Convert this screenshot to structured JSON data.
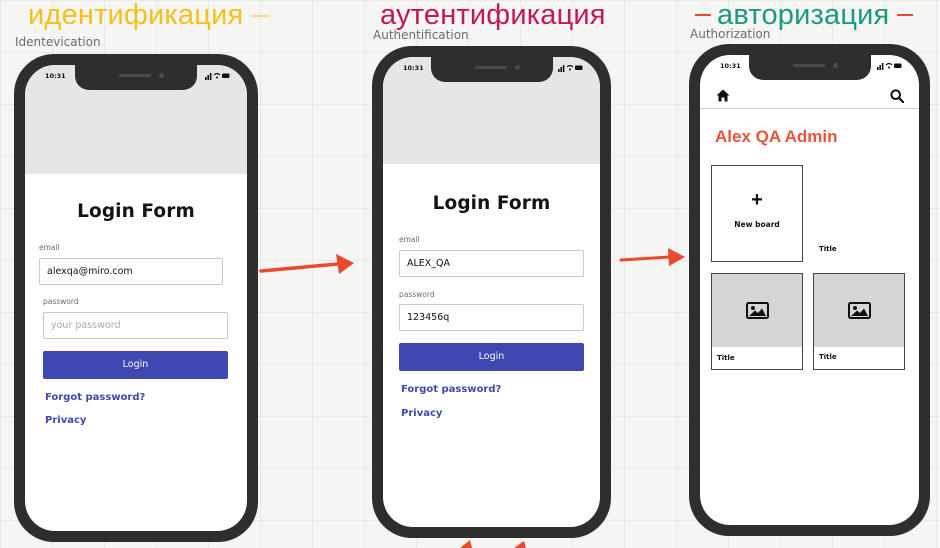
{
  "headings": {
    "identification": {
      "title": "идентификация",
      "subtitle": "Identevication",
      "color": "#f2c21b"
    },
    "authentication": {
      "title": "аутентификация",
      "subtitle": "Authentification",
      "color": "#c2185b"
    },
    "authorization": {
      "title": "авторизация",
      "subtitle": "Authorization",
      "color": "#1c9a7e"
    }
  },
  "colors": {
    "accent": "#3f48b0",
    "arrow": "#e8492f",
    "admin_title": "#e8543a"
  },
  "phone1": {
    "status_time": "10:31",
    "form_title": "Login Form",
    "email_label": "email",
    "email_value": "alexqa@miro.com",
    "password_label": "password",
    "password_placeholder": "your password",
    "login_label": "Login",
    "forgot_label": "Forgot password?",
    "privacy_label": "Privacy"
  },
  "phone2": {
    "status_time": "10:31",
    "form_title": "Login Form",
    "email_label": "email",
    "email_value": "ALEX_QA",
    "password_label": "password",
    "password_value": "123456q",
    "login_label": "Login",
    "forgot_label": "Forgot password?",
    "privacy_label": "Privacy"
  },
  "phone3": {
    "status_time": "10:31",
    "home_icon": "home-icon",
    "search_icon": "search-icon",
    "title": "Alex QA Admin",
    "new_board_label": "New board",
    "boards": [
      {
        "title": "Title"
      },
      {
        "title": "Title"
      },
      {
        "title": "Title"
      }
    ]
  }
}
